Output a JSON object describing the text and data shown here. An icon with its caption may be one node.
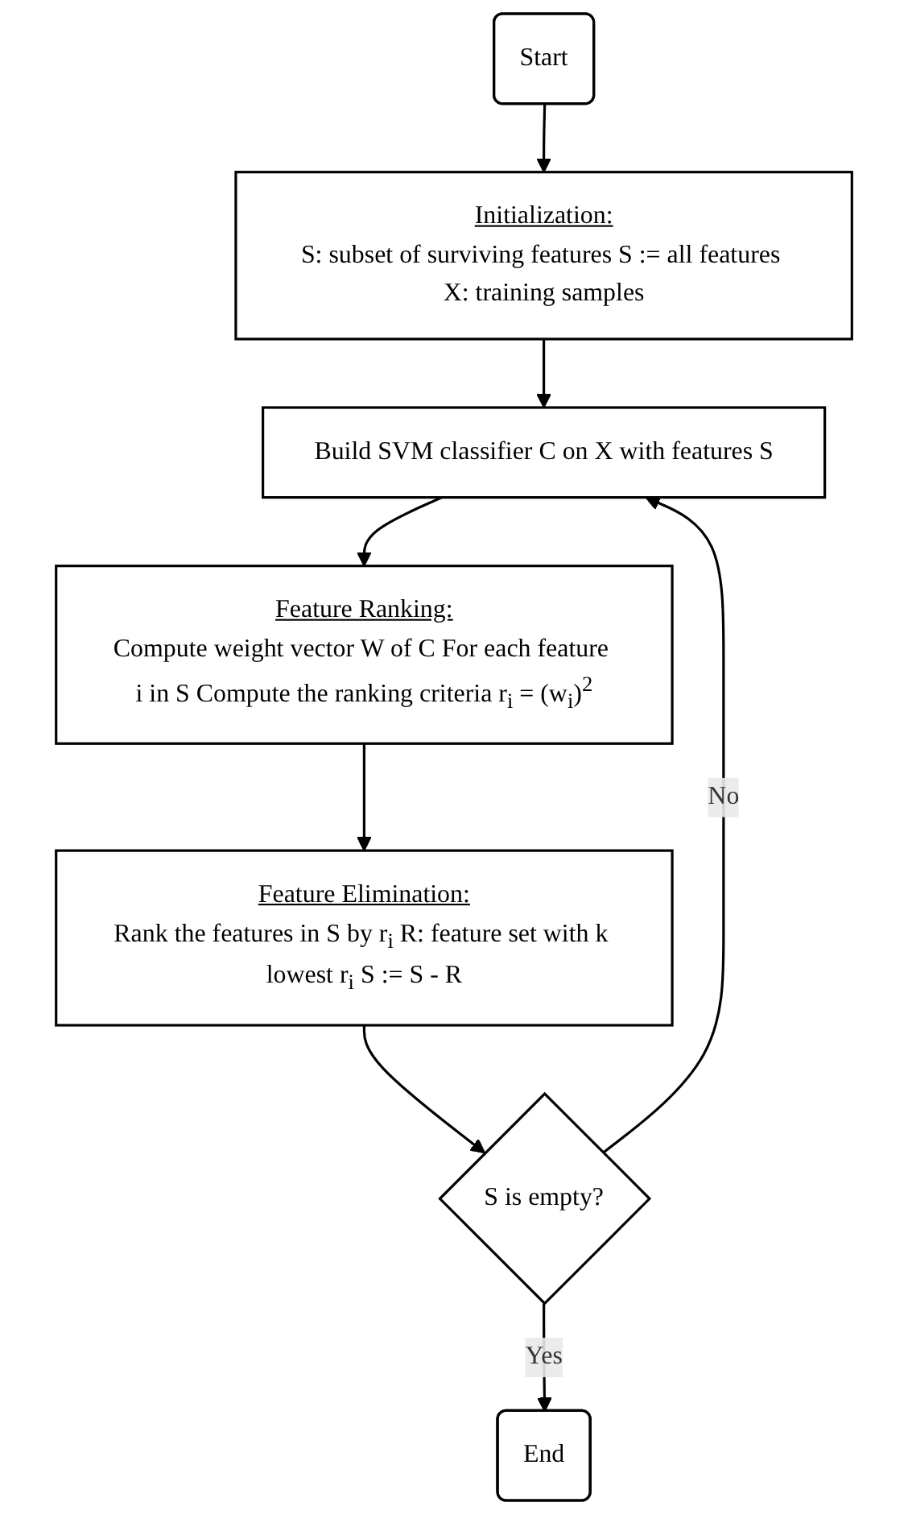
{
  "diagram": {
    "nodes": [
      {
        "text": [
          "Start"
        ]
      },
      {
        "text": [
          "Initialization:",
          "S: subset of surviving features S := all features X: training samples"
        ]
      },
      {
        "text": [
          "Build SVM classifier C on X with features S"
        ]
      },
      {
        "text": [
          "Feature Ranking:",
          "Compute weight vector W of C For each feature i in S Compute the ranking criteria r$_{i}$ = (w$_{i}$)$^{2}$"
        ]
      },
      {
        "text": [
          "Feature Elimination:",
          "Rank the features in S by r$_{i}$ R: feature set with k lowest r$_{i}$ S := S - R"
        ]
      },
      {
        "text": [
          "S is empty?"
        ]
      },
      {
        "text": [
          "End"
        ]
      }
    ],
    "edges": [
      {
        "from": 0,
        "to": 1,
        "arrow": "to"
      },
      {
        "from": 1,
        "to": 2,
        "arrow": "to"
      },
      {
        "from": 2,
        "to": 3,
        "arrow": "to"
      },
      {
        "from": 3,
        "to": 4,
        "arrow": "to"
      },
      {
        "from": 4,
        "to": 5,
        "arrow": "to"
      },
      {
        "from": 5,
        "to": 6,
        "label": "Yes",
        "arrow": "to"
      },
      {
        "from": 5,
        "to": 2,
        "label": "No",
        "arrow": "to"
      }
    ]
  }
}
